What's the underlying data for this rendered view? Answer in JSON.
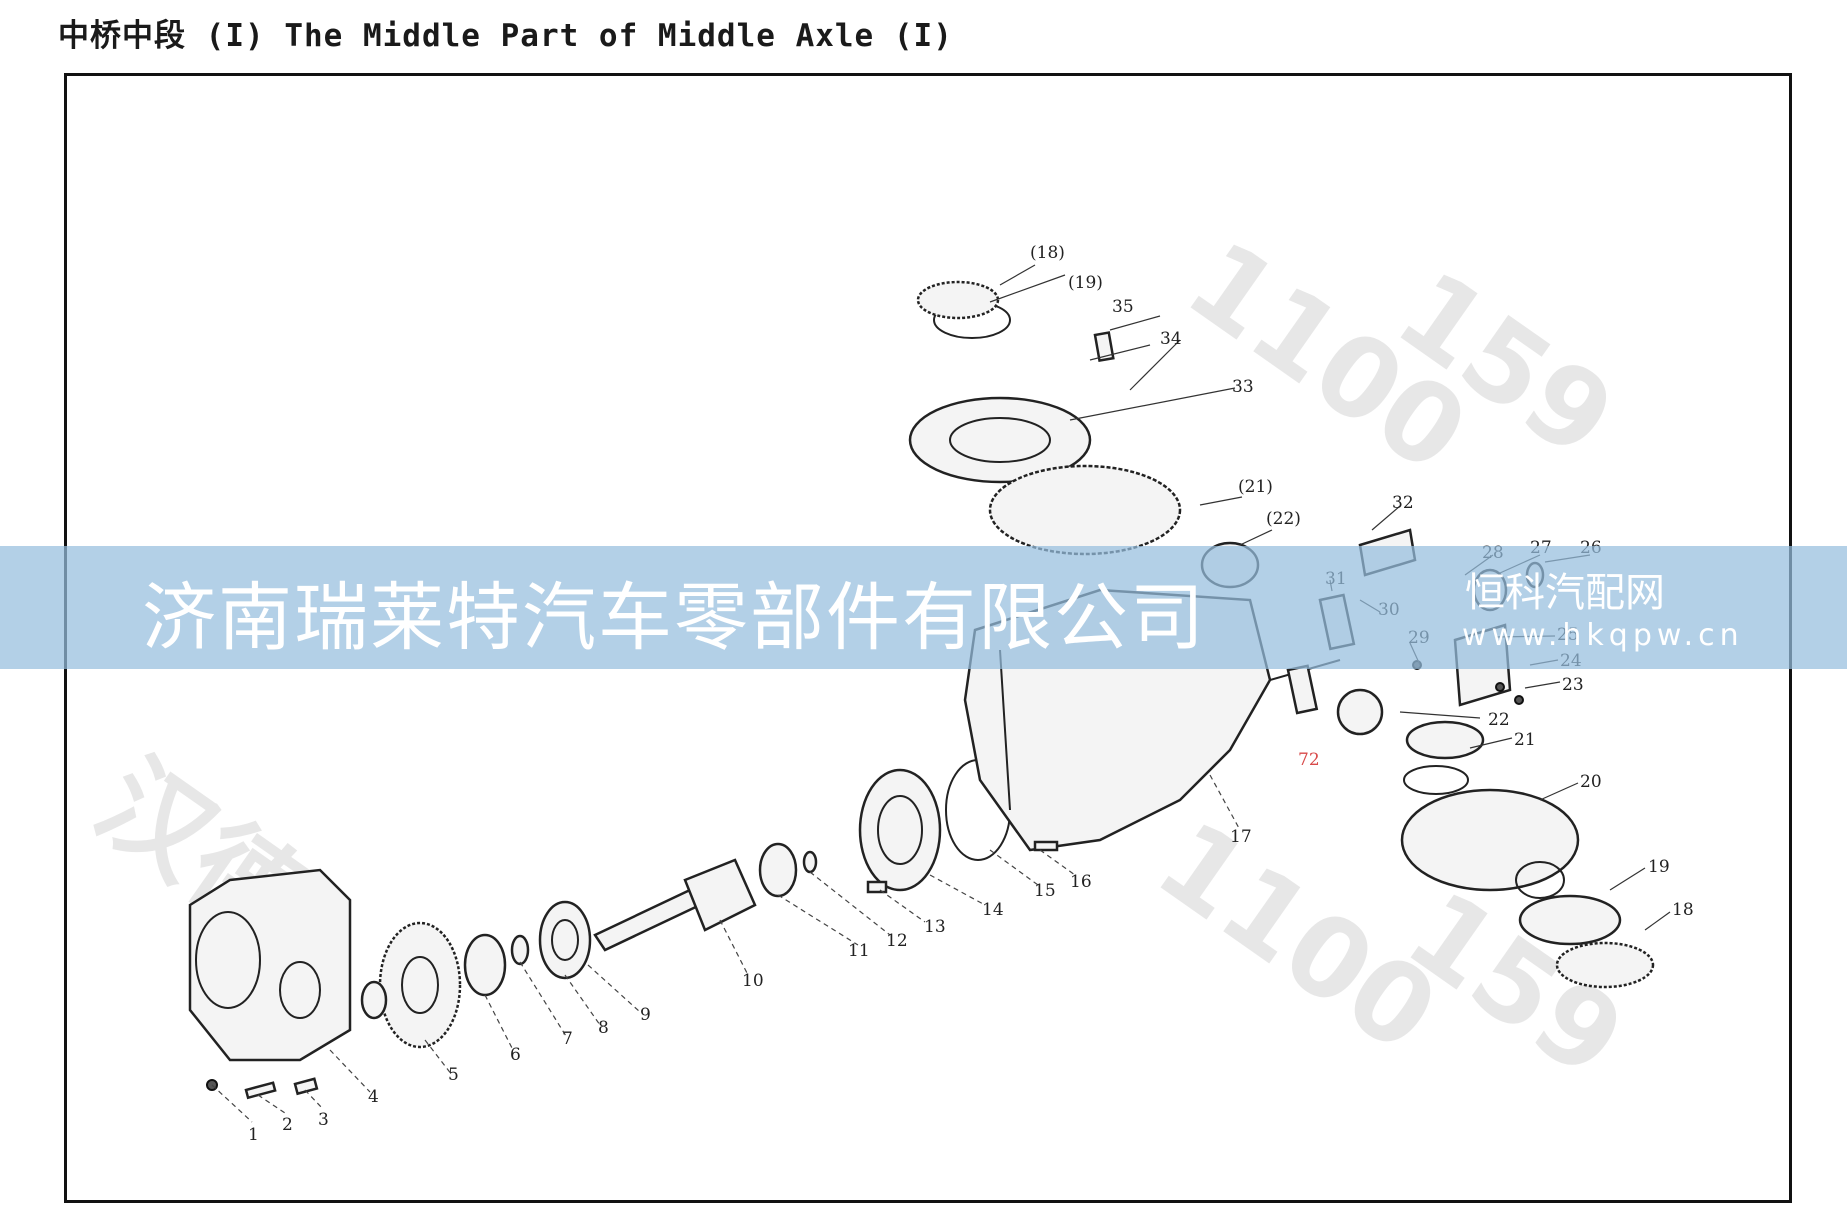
{
  "title": "中桥中段 (I) The Middle Part of Middle Axle (I)",
  "watermark": {
    "company": "济南瑞莱特汽车零部件有限公司",
    "site_name": "恒科汽配网",
    "site_url": "www.hkqpw.cn"
  },
  "callouts": [
    "1",
    "2",
    "3",
    "4",
    "5",
    "6",
    "7",
    "8",
    "9",
    "10",
    "11",
    "12",
    "13",
    "14",
    "15",
    "16",
    "17",
    "18",
    "19",
    "20",
    "21",
    "22",
    "23",
    "24",
    "25",
    "26",
    "27",
    "28",
    "29",
    "30",
    "31",
    "32",
    "33",
    "34",
    "35",
    "(18)",
    "(19)",
    "(21)",
    "(22)",
    "72"
  ],
  "colors": {
    "banner": "#96bede",
    "callout_highlight": "#d84a4a"
  }
}
